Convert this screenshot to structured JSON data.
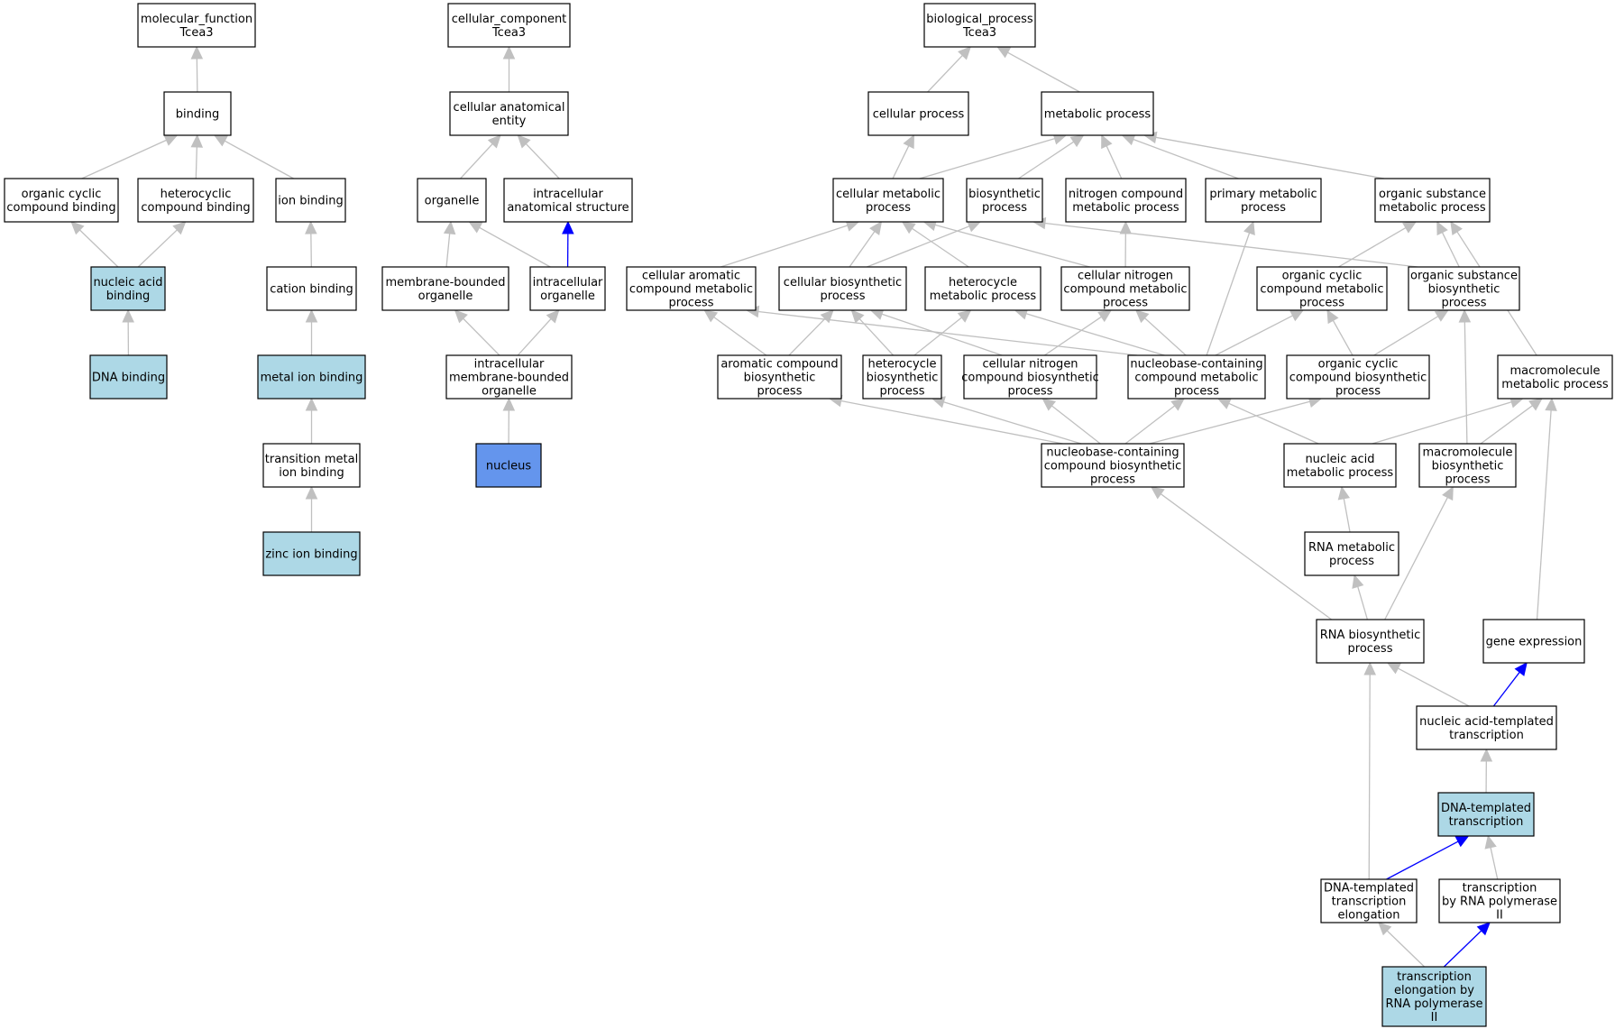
{
  "colors": {
    "plain": "#ffffff",
    "annotated": "#add8e6",
    "focus": "#6495ed",
    "edge_is_a": "#c0c0c0",
    "edge_part_of": "#0000ff"
  },
  "nodes": [
    {
      "id": "mf",
      "lines": [
        "molecular_function",
        "Tcea3"
      ],
      "fill": "plain"
    },
    {
      "id": "binding",
      "lines": [
        "binding"
      ],
      "fill": "plain"
    },
    {
      "id": "ocb",
      "lines": [
        "organic cyclic",
        "compound binding"
      ],
      "fill": "plain"
    },
    {
      "id": "hcb",
      "lines": [
        "heterocyclic",
        "compound binding"
      ],
      "fill": "plain"
    },
    {
      "id": "ionb",
      "lines": [
        "ion binding"
      ],
      "fill": "plain"
    },
    {
      "id": "nab",
      "lines": [
        "nucleic acid",
        "binding"
      ],
      "fill": "annotated"
    },
    {
      "id": "catb",
      "lines": [
        "cation binding"
      ],
      "fill": "plain"
    },
    {
      "id": "dnab",
      "lines": [
        "DNA binding"
      ],
      "fill": "annotated"
    },
    {
      "id": "metb",
      "lines": [
        "metal ion binding"
      ],
      "fill": "annotated"
    },
    {
      "id": "tmib",
      "lines": [
        "transition metal",
        "ion binding"
      ],
      "fill": "plain"
    },
    {
      "id": "znb",
      "lines": [
        "zinc ion binding"
      ],
      "fill": "annotated"
    },
    {
      "id": "cc",
      "lines": [
        "cellular_component",
        "Tcea3"
      ],
      "fill": "plain"
    },
    {
      "id": "cae",
      "lines": [
        "cellular anatomical",
        "entity"
      ],
      "fill": "plain"
    },
    {
      "id": "org",
      "lines": [
        "organelle"
      ],
      "fill": "plain"
    },
    {
      "id": "ias",
      "lines": [
        "intracellular",
        "anatomical structure"
      ],
      "fill": "plain"
    },
    {
      "id": "mbo",
      "lines": [
        "membrane-bounded",
        "organelle"
      ],
      "fill": "plain"
    },
    {
      "id": "io",
      "lines": [
        "intracellular",
        "organelle"
      ],
      "fill": "plain"
    },
    {
      "id": "imbo",
      "lines": [
        "intracellular",
        "membrane-bounded",
        "organelle"
      ],
      "fill": "plain"
    },
    {
      "id": "nuc",
      "lines": [
        "nucleus"
      ],
      "fill": "focus"
    },
    {
      "id": "bp",
      "lines": [
        "biological_process",
        "Tcea3"
      ],
      "fill": "plain"
    },
    {
      "id": "cp",
      "lines": [
        "cellular process"
      ],
      "fill": "plain"
    },
    {
      "id": "mp",
      "lines": [
        "metabolic process"
      ],
      "fill": "plain"
    },
    {
      "id": "cmp",
      "lines": [
        "cellular metabolic",
        "process"
      ],
      "fill": "plain"
    },
    {
      "id": "bsp",
      "lines": [
        "biosynthetic",
        "process"
      ],
      "fill": "plain"
    },
    {
      "id": "ncmp",
      "lines": [
        "nitrogen compound",
        "metabolic process"
      ],
      "fill": "plain"
    },
    {
      "id": "pmp",
      "lines": [
        "primary metabolic",
        "process"
      ],
      "fill": "plain"
    },
    {
      "id": "osmp",
      "lines": [
        "organic substance",
        "metabolic process"
      ],
      "fill": "plain"
    },
    {
      "id": "cacmp",
      "lines": [
        "cellular aromatic",
        "compound metabolic",
        "process"
      ],
      "fill": "plain"
    },
    {
      "id": "cbp",
      "lines": [
        "cellular biosynthetic",
        "process"
      ],
      "fill": "plain"
    },
    {
      "id": "hmp",
      "lines": [
        "heterocycle",
        "metabolic process"
      ],
      "fill": "plain"
    },
    {
      "id": "cncmp",
      "lines": [
        "cellular nitrogen",
        "compound metabolic",
        "process"
      ],
      "fill": "plain"
    },
    {
      "id": "occmp",
      "lines": [
        "organic cyclic",
        "compound metabolic",
        "process"
      ],
      "fill": "plain"
    },
    {
      "id": "osbp",
      "lines": [
        "organic substance",
        "biosynthetic",
        "process"
      ],
      "fill": "plain"
    },
    {
      "id": "acbp",
      "lines": [
        "aromatic compound",
        "biosynthetic",
        "process"
      ],
      "fill": "plain"
    },
    {
      "id": "hbp",
      "lines": [
        "heterocycle",
        "biosynthetic",
        "process"
      ],
      "fill": "plain"
    },
    {
      "id": "cncbp",
      "lines": [
        "cellular nitrogen",
        "compound biosynthetic",
        "process"
      ],
      "fill": "plain"
    },
    {
      "id": "nbccmp",
      "lines": [
        "nucleobase-containing",
        "compound metabolic",
        "process"
      ],
      "fill": "plain"
    },
    {
      "id": "occbp",
      "lines": [
        "organic cyclic",
        "compound biosynthetic",
        "process"
      ],
      "fill": "plain"
    },
    {
      "id": "mmp",
      "lines": [
        "macromolecule",
        "metabolic process"
      ],
      "fill": "plain"
    },
    {
      "id": "nbccbp",
      "lines": [
        "nucleobase-containing",
        "compound biosynthetic",
        "process"
      ],
      "fill": "plain"
    },
    {
      "id": "namp",
      "lines": [
        "nucleic acid",
        "metabolic process"
      ],
      "fill": "plain"
    },
    {
      "id": "mbp",
      "lines": [
        "macromolecule",
        "biosynthetic",
        "process"
      ],
      "fill": "plain"
    },
    {
      "id": "rmp",
      "lines": [
        "RNA metabolic",
        "process"
      ],
      "fill": "plain"
    },
    {
      "id": "rbp",
      "lines": [
        "RNA biosynthetic",
        "process"
      ],
      "fill": "plain"
    },
    {
      "id": "ge",
      "lines": [
        "gene expression"
      ],
      "fill": "plain"
    },
    {
      "id": "natt",
      "lines": [
        "nucleic acid-templated",
        "transcription"
      ],
      "fill": "plain"
    },
    {
      "id": "dtt",
      "lines": [
        "DNA-templated",
        "transcription"
      ],
      "fill": "annotated"
    },
    {
      "id": "dtte",
      "lines": [
        "DNA-templated",
        "transcription",
        "elongation"
      ],
      "fill": "plain"
    },
    {
      "id": "trp2",
      "lines": [
        "transcription",
        "by RNA polymerase",
        "II"
      ],
      "fill": "plain"
    },
    {
      "id": "terp2",
      "lines": [
        "transcription",
        "elongation by",
        "RNA polymerase",
        "II"
      ],
      "fill": "annotated"
    }
  ],
  "edges": [
    {
      "from": "binding",
      "to": "mf",
      "type": "is_a"
    },
    {
      "from": "ocb",
      "to": "binding",
      "type": "is_a"
    },
    {
      "from": "hcb",
      "to": "binding",
      "type": "is_a"
    },
    {
      "from": "ionb",
      "to": "binding",
      "type": "is_a"
    },
    {
      "from": "nab",
      "to": "ocb",
      "type": "is_a"
    },
    {
      "from": "nab",
      "to": "hcb",
      "type": "is_a"
    },
    {
      "from": "catb",
      "to": "ionb",
      "type": "is_a"
    },
    {
      "from": "dnab",
      "to": "nab",
      "type": "is_a"
    },
    {
      "from": "metb",
      "to": "catb",
      "type": "is_a"
    },
    {
      "from": "tmib",
      "to": "metb",
      "type": "is_a"
    },
    {
      "from": "znb",
      "to": "tmib",
      "type": "is_a"
    },
    {
      "from": "cae",
      "to": "cc",
      "type": "is_a"
    },
    {
      "from": "org",
      "to": "cae",
      "type": "is_a"
    },
    {
      "from": "ias",
      "to": "cae",
      "type": "is_a"
    },
    {
      "from": "mbo",
      "to": "org",
      "type": "is_a"
    },
    {
      "from": "io",
      "to": "org",
      "type": "is_a"
    },
    {
      "from": "io",
      "to": "ias",
      "type": "part_of"
    },
    {
      "from": "imbo",
      "to": "mbo",
      "type": "is_a"
    },
    {
      "from": "imbo",
      "to": "io",
      "type": "is_a"
    },
    {
      "from": "nuc",
      "to": "imbo",
      "type": "is_a"
    },
    {
      "from": "cp",
      "to": "bp",
      "type": "is_a"
    },
    {
      "from": "mp",
      "to": "bp",
      "type": "is_a"
    },
    {
      "from": "cmp",
      "to": "cp",
      "type": "is_a"
    },
    {
      "from": "cmp",
      "to": "mp",
      "type": "is_a"
    },
    {
      "from": "bsp",
      "to": "mp",
      "type": "is_a"
    },
    {
      "from": "ncmp",
      "to": "mp",
      "type": "is_a"
    },
    {
      "from": "pmp",
      "to": "mp",
      "type": "is_a"
    },
    {
      "from": "osmp",
      "to": "mp",
      "type": "is_a"
    },
    {
      "from": "cacmp",
      "to": "cmp",
      "type": "is_a"
    },
    {
      "from": "cbp",
      "to": "cmp",
      "type": "is_a"
    },
    {
      "from": "cbp",
      "to": "bsp",
      "type": "is_a"
    },
    {
      "from": "hmp",
      "to": "cmp",
      "type": "is_a"
    },
    {
      "from": "cncmp",
      "to": "cmp",
      "type": "is_a"
    },
    {
      "from": "cncmp",
      "to": "ncmp",
      "type": "is_a"
    },
    {
      "from": "occmp",
      "to": "osmp",
      "type": "is_a"
    },
    {
      "from": "osbp",
      "to": "osmp",
      "type": "is_a"
    },
    {
      "from": "osbp",
      "to": "bsp",
      "type": "is_a"
    },
    {
      "from": "mmp",
      "to": "osmp",
      "type": "is_a"
    },
    {
      "from": "acbp",
      "to": "cacmp",
      "type": "is_a"
    },
    {
      "from": "acbp",
      "to": "cbp",
      "type": "is_a"
    },
    {
      "from": "hbp",
      "to": "cbp",
      "type": "is_a"
    },
    {
      "from": "hbp",
      "to": "hmp",
      "type": "is_a"
    },
    {
      "from": "cncbp",
      "to": "cbp",
      "type": "is_a"
    },
    {
      "from": "cncbp",
      "to": "cncmp",
      "type": "is_a"
    },
    {
      "from": "nbccmp",
      "to": "cacmp",
      "type": "is_a"
    },
    {
      "from": "nbccmp",
      "to": "hmp",
      "type": "is_a"
    },
    {
      "from": "nbccmp",
      "to": "cncmp",
      "type": "is_a"
    },
    {
      "from": "nbccmp",
      "to": "occmp",
      "type": "is_a"
    },
    {
      "from": "nbccmp",
      "to": "pmp",
      "type": "is_a"
    },
    {
      "from": "occbp",
      "to": "occmp",
      "type": "is_a"
    },
    {
      "from": "occbp",
      "to": "osbp",
      "type": "is_a"
    },
    {
      "from": "nbccbp",
      "to": "acbp",
      "type": "is_a"
    },
    {
      "from": "nbccbp",
      "to": "hbp",
      "type": "is_a"
    },
    {
      "from": "nbccbp",
      "to": "cncbp",
      "type": "is_a"
    },
    {
      "from": "nbccbp",
      "to": "nbccmp",
      "type": "is_a"
    },
    {
      "from": "nbccbp",
      "to": "occbp",
      "type": "is_a"
    },
    {
      "from": "namp",
      "to": "nbccmp",
      "type": "is_a"
    },
    {
      "from": "namp",
      "to": "mmp",
      "type": "is_a"
    },
    {
      "from": "mbp",
      "to": "mmp",
      "type": "is_a"
    },
    {
      "from": "mbp",
      "to": "osbp",
      "type": "is_a"
    },
    {
      "from": "rmp",
      "to": "namp",
      "type": "is_a"
    },
    {
      "from": "rbp",
      "to": "rmp",
      "type": "is_a"
    },
    {
      "from": "rbp",
      "to": "nbccbp",
      "type": "is_a"
    },
    {
      "from": "rbp",
      "to": "mbp",
      "type": "is_a"
    },
    {
      "from": "ge",
      "to": "mmp",
      "type": "is_a"
    },
    {
      "from": "natt",
      "to": "rbp",
      "type": "is_a"
    },
    {
      "from": "natt",
      "to": "ge",
      "type": "part_of"
    },
    {
      "from": "dtt",
      "to": "natt",
      "type": "is_a"
    },
    {
      "from": "dtte",
      "to": "dtt",
      "type": "part_of"
    },
    {
      "from": "dtte",
      "to": "rbp",
      "type": "is_a"
    },
    {
      "from": "trp2",
      "to": "dtt",
      "type": "is_a"
    },
    {
      "from": "terp2",
      "to": "dtte",
      "type": "is_a"
    },
    {
      "from": "terp2",
      "to": "trp2",
      "type": "part_of"
    }
  ]
}
